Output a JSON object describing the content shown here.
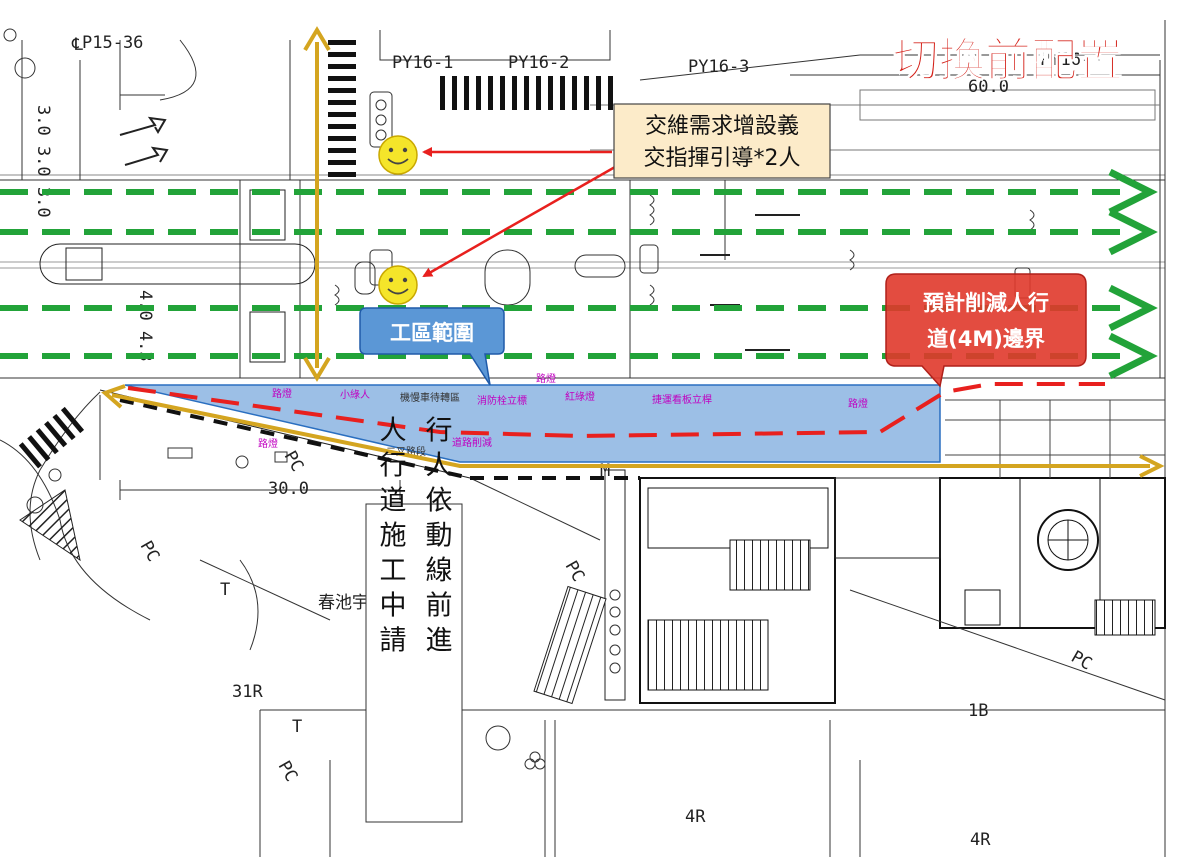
{
  "title": "切換前配置",
  "callouts": {
    "marshal_line1": "交維需求增設義",
    "marshal_line2": "交指揮引導*2人",
    "work_zone": "工區範圍",
    "boundary_line1": "預計削減人行",
    "boundary_line2": "道(4M)邊界"
  },
  "note_columns": [
    "行人依動線前進",
    "人行道施工中請"
  ],
  "plan_labels": {
    "py15_36": "P15-36",
    "py16_1": "PY16-1",
    "py16_2": "PY16-2",
    "py16_3": "PY16-3",
    "py16_5": "PY16-5",
    "dim_60": "60.0",
    "dim_30": "30.0",
    "lot_31r": "31R",
    "lot_1b": "1B",
    "lot_4r_a": "4R",
    "lot_4r_b": "4R",
    "t_a": "T",
    "t_b": "T",
    "pc_a": "PC",
    "pc_b": "PC",
    "pc_c": "PC",
    "pc_d": "PC",
    "pc_e": "PC",
    "m_mark": "M",
    "building_name": "春池宇宙光",
    "side_dims": "3.0 3.0 3.0",
    "lane_dims": "4.0 4.3"
  },
  "zone_labels": {
    "lamp_a": "路燈",
    "lamp_b": "路燈",
    "lamp_c": "路燈",
    "lamp_d": "路燈",
    "small_man": "小綠人",
    "scooter_zone": "機慢車待轉區",
    "hydrant": "消防栓立標",
    "red_light": "紅綠燈",
    "speed_sign": "捷運看板立桿",
    "road_cut": "道路削減",
    "lane_end": "二叉路段"
  },
  "colors": {
    "green_arrow": "#22a339",
    "gold_arrow": "#d4a520",
    "red_dash": "#e8201e",
    "work_zone_fill": "#4a8bd1",
    "title_red": "#d42018",
    "callout_red": "#e0392b"
  }
}
